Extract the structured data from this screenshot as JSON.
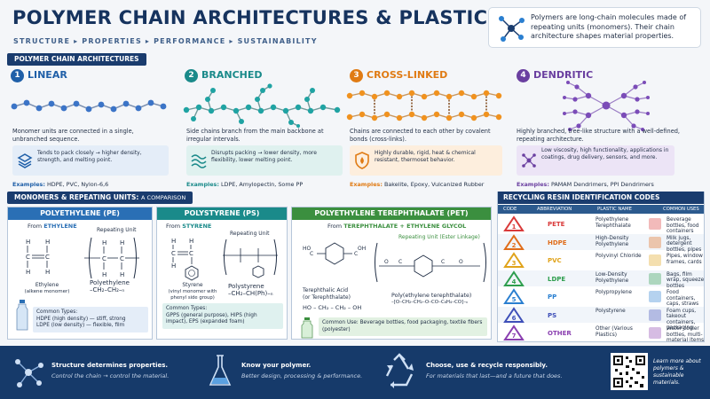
{
  "header": {
    "title": "POLYMER CHAIN ARCHITECTURES & PLASTICS",
    "subtitle": "STRUCTURE ▸ PROPERTIES ▸ PERFORMANCE ▸ SUSTAINABILITY",
    "intro": "Polymers are long-chain molecules made of repeating units (monomers). Their chain architecture shapes material properties."
  },
  "arch_section": {
    "title": "POLYMER CHAIN ARCHITECTURES"
  },
  "architectures": [
    {
      "num": "1",
      "name": "LINEAR",
      "color": "#1f5fa8",
      "desc": "Monomer units are connected in a single, unbranched sequence.",
      "note": "Tends to pack closely → higher density, strength, and melting point.",
      "ex_label": "Examples:",
      "ex": "HDPE, PVC, Nylon-6,6"
    },
    {
      "num": "2",
      "name": "BRANCHED",
      "color": "#1a8a8a",
      "desc": "Side chains branch from the main backbone at irregular intervals.",
      "note": "Disrupts packing → lower density, more flexibility, lower melting point.",
      "ex_label": "Examples:",
      "ex": "LDPE, Amylopectin, Some PP"
    },
    {
      "num": "3",
      "name": "CROSS-LINKED",
      "color": "#e07b14",
      "desc": "Chains are connected to each other by covalent bonds (cross-links).",
      "note": "Highly durable, rigid, heat & chemical resistant, thermoset behavior.",
      "ex_label": "Examples:",
      "ex": "Bakelite, Epoxy, Vulcanized Rubber"
    },
    {
      "num": "4",
      "name": "DENDRITIC",
      "color": "#6a3fa0",
      "desc": "Highly branched, tree-like structure with a well-defined, repeating architecture.",
      "note": "Low viscosity, high functionality, applications in coatings, drug delivery, sensors, and more.",
      "ex_label": "Examples:",
      "ex": "PAMAM Dendrimers, PPI Dendrimers"
    }
  ],
  "monomers": {
    "title": "MONOMERS & REPEATING UNITS:",
    "title2": "A COMPARISON",
    "pe": {
      "name": "POLYETHYLENE (PE)",
      "from_label": "From",
      "from": "ETHYLENE",
      "repeat": "Repeating Unit",
      "monomer": "Ethylene",
      "monomer_sub": "(alkene monomer)",
      "polymer": "Polyethylene",
      "formula": "–CH₂–CH₂–ₙ",
      "types_label": "Common Types:",
      "type1": "HDPE (high density) — stiff, strong",
      "type2": "LDPE (low density) — flexible, film"
    },
    "ps": {
      "name": "POLYSTYRENE (PS)",
      "from_label": "From",
      "from": "STYRENE",
      "repeat": "Repeating Unit",
      "monomer": "Styrene",
      "monomer_sub": "(vinyl monomer with phenyl side group)",
      "polymer": "Polystyrene",
      "formula": "–CH₂–CH(Ph)–ₙ",
      "types_label": "Common Types:",
      "types": "GPPS (general purpose), HIPS (high impact), EPS (expanded foam)"
    },
    "pet": {
      "name": "POLYETHYLENE TEREPHTHALATE (PET)",
      "from_label": "From",
      "from": "TEREPHTHALATE + ETHYLENE GLYCOL",
      "repeat": "Repeating Unit (Ester Linkage)",
      "acid": "Terephthalic Acid",
      "acid_sub": "(or Terephthalate)",
      "glycol": "HO – CH₂ – CH₂ – OH",
      "polymer": "Poly(ethylene terephthalate)",
      "formula": "–[O–CH₂–CH₂–O–CO–C₆H₄–CO]–ₙ",
      "uses_label": "Common Use:",
      "uses": "Beverage bottles, food packaging, textile fibers (polyester)"
    }
  },
  "recycling": {
    "title": "RECYCLING RESIN IDENTIFICATION CODES",
    "headers": [
      "CODE",
      "ABBREVIATION",
      "PLASTIC NAME",
      "COMMON USES"
    ],
    "rows": [
      {
        "code": "1",
        "abbr": "PETE",
        "name": "Polyethylene Terephthalate",
        "uses": "Beverage bottles, food containers",
        "color": "#d93a3a"
      },
      {
        "code": "2",
        "abbr": "HDPE",
        "name": "High-Density Polyethylene",
        "uses": "Milk jugs, detergent bottles, pipes",
        "color": "#e06d1a"
      },
      {
        "code": "3",
        "abbr": "PVC",
        "name": "Polyvinyl Chloride",
        "uses": "Pipes, window frames, cards",
        "color": "#e0a31a"
      },
      {
        "code": "4",
        "abbr": "LDPE",
        "name": "Low-Density Polyethylene",
        "uses": "Bags, film wrap, squeeze bottles",
        "color": "#2e9e4e"
      },
      {
        "code": "5",
        "abbr": "PP",
        "name": "Polypropylene",
        "uses": "Food containers, caps, straws",
        "color": "#2a7fd0"
      },
      {
        "code": "6",
        "abbr": "PS",
        "name": "Polystyrene",
        "uses": "Foam cups, takeout containers, packaging",
        "color": "#3e4fb8"
      },
      {
        "code": "7",
        "abbr": "OTHER",
        "name": "Other (Various Plastics)",
        "uses": "Water cooler bottles, multi-material items",
        "color": "#8a3fb0"
      }
    ]
  },
  "footer": {
    "t1": "Structure determines properties.",
    "s1": "Control the chain → control the material.",
    "t2": "Know your polymer.",
    "s2": "Better design, processing & performance.",
    "t3": "Choose, use & recycle responsibly.",
    "s3": "For materials that last—and a future that does.",
    "t4": "Learn more about polymers & sustainable materials."
  }
}
